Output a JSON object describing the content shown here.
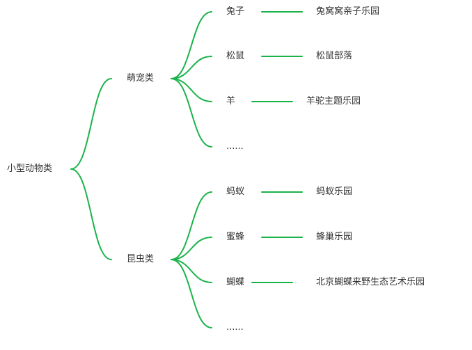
{
  "colors": {
    "connector": "#1ab34a",
    "text": "#333333",
    "background": "#ffffff"
  },
  "root": "小型动物类",
  "branches": [
    {
      "label": "萌宠类",
      "children": [
        {
          "label": "兔子",
          "detail": "兔窝窝亲子乐园"
        },
        {
          "label": "松鼠",
          "detail": "松鼠部落"
        },
        {
          "label": "羊",
          "detail": "羊驼主题乐园"
        },
        {
          "label": "......"
        }
      ]
    },
    {
      "label": "昆虫类",
      "children": [
        {
          "label": "蚂蚁",
          "detail": "蚂蚁乐园"
        },
        {
          "label": "蜜蜂",
          "detail": "蜂巢乐园"
        },
        {
          "label": "蝴蝶",
          "detail": "北京蝴蝶来野生态艺术乐园"
        },
        {
          "label": "......"
        }
      ]
    }
  ]
}
